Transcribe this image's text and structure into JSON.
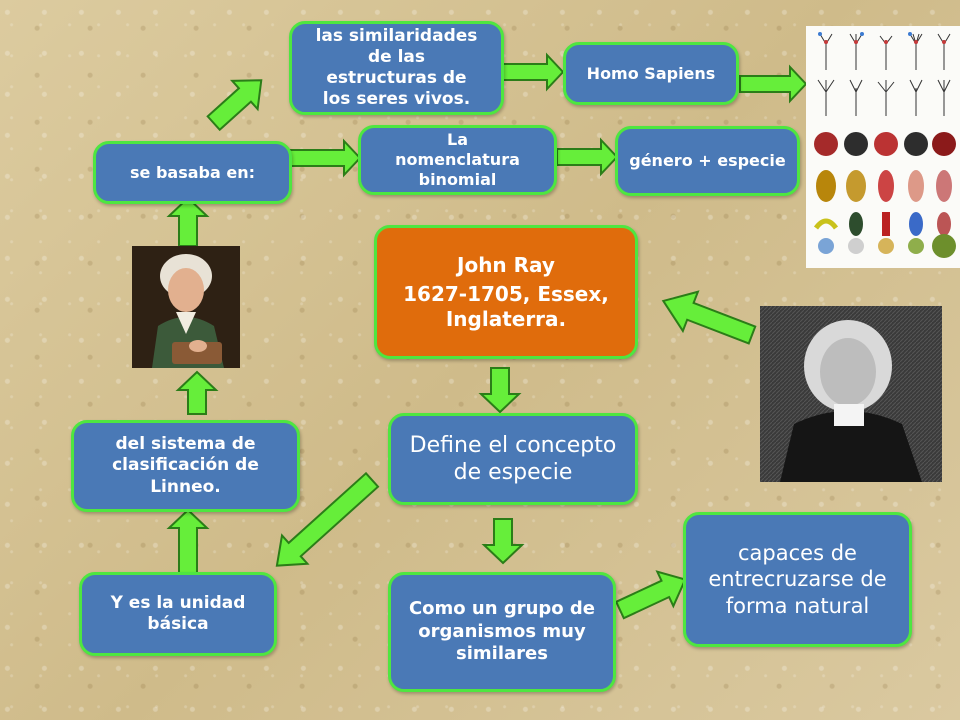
{
  "nodes": {
    "similaridades": "las similaridades de las estructuras de los seres vivos.",
    "homo_sapiens": "Homo Sapiens",
    "se_basaba": "se basaba en:",
    "nomenclatura": "La nomenclatura binomial",
    "genero_especie": "género + especie",
    "john_ray_name": "John Ray",
    "john_ray_info": "1627-1705, Essex, Inglaterra.",
    "define": "Define el concepto de especie",
    "sistema": "del sistema de clasificación de Linneo.",
    "unidad": "Y es la unidad básica",
    "grupo": "Como un grupo de organismos muy similares",
    "capaces": "capaces de entrecruzarse de forma natural"
  },
  "colors": {
    "node_fill": "#4a79b6",
    "node_border": "#4ee640",
    "highlight_fill": "#e06c0c",
    "arrow_fill": "#66ee3a",
    "arrow_stroke": "#2b7d18"
  },
  "images": {
    "linnaeus": "portrait-of-linnaeus",
    "ray": "portrait-of-john-ray",
    "flowers": "botanical-plate-of-flower-parts"
  }
}
